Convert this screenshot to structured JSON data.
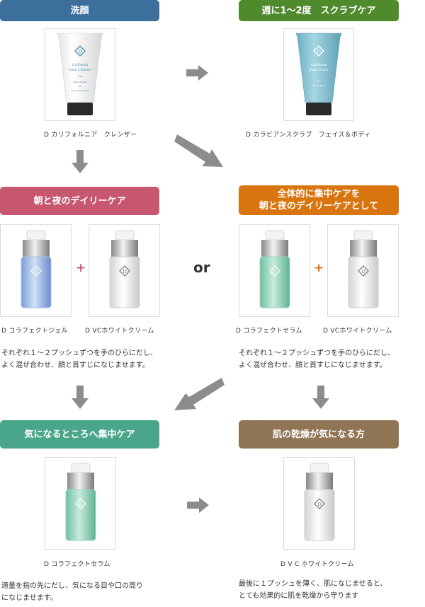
{
  "colors": {
    "blue_header": "#3d6f9c",
    "green_header": "#4f8a2c",
    "pink_header": "#c6576f",
    "orange_header": "#d9750f",
    "teal_header": "#4aa68a",
    "brown_header": "#8f7554",
    "arrow": "#8c8c8c"
  },
  "headers": {
    "wash": "洗顔",
    "scrub": "週に1〜2度　スクラブケア",
    "daily": "朝と夜のデイリーケア",
    "focus_line1": "全体的に集中ケアを",
    "focus_line2": "朝と夜のデイリーケアとして",
    "spot": "気になるところへ集中ケア",
    "dry": "肌の乾燥が気になる方"
  },
  "products": {
    "cleanser": {
      "caption": "D カリフォルニア　クレンザー",
      "label_line1": "California",
      "label_line2": "Clear Cleanser",
      "label_line3": "With",
      "label_line4": "Whole Protein",
      "label_line5": "&",
      "label_line6": "Olive Leaf Extract"
    },
    "scrub": {
      "caption": "D カラビアンスクラブ　フェイス＆ボディ",
      "label_line1": "Caribbean",
      "label_line2": "Sugar Scrub",
      "label_line3": "For",
      "label_line4": "Face & Body"
    },
    "gel": {
      "caption": "D コラフェクトジェル"
    },
    "vc_cream_1": {
      "caption": "D VCホワイトクリーム"
    },
    "serum": {
      "caption": "D コラフェクトセラム"
    },
    "vc_cream_2": {
      "caption": "D VCホワイトクリーム"
    },
    "serum_2": {
      "caption": "D コラフェクトセラム"
    },
    "vc_cream_3": {
      "caption": "D V C ホワイトクリーム"
    }
  },
  "symbols": {
    "plus": "+",
    "or": "or",
    "logo_letter": "D"
  },
  "texts": {
    "daily_line1": "それぞれ１〜２プッシュずつを手のひらにだし、",
    "daily_line2": "よく混ぜ合わせ、顔と首すじになじませます。",
    "focus_line1": "それぞれ１〜２プッシュずつを手のひらにだし、",
    "focus_line2": "よく混ぜ合わせ、顔と首すじになじませます。",
    "spot_line1": "適量を指の先にだし、気になる目や口の周り",
    "spot_line2": "になじませます。",
    "dry_line1": "最後に１プッシュを薄く、肌になじませると、",
    "dry_line2": "とても効果的に肌を乾燥から守ります"
  }
}
